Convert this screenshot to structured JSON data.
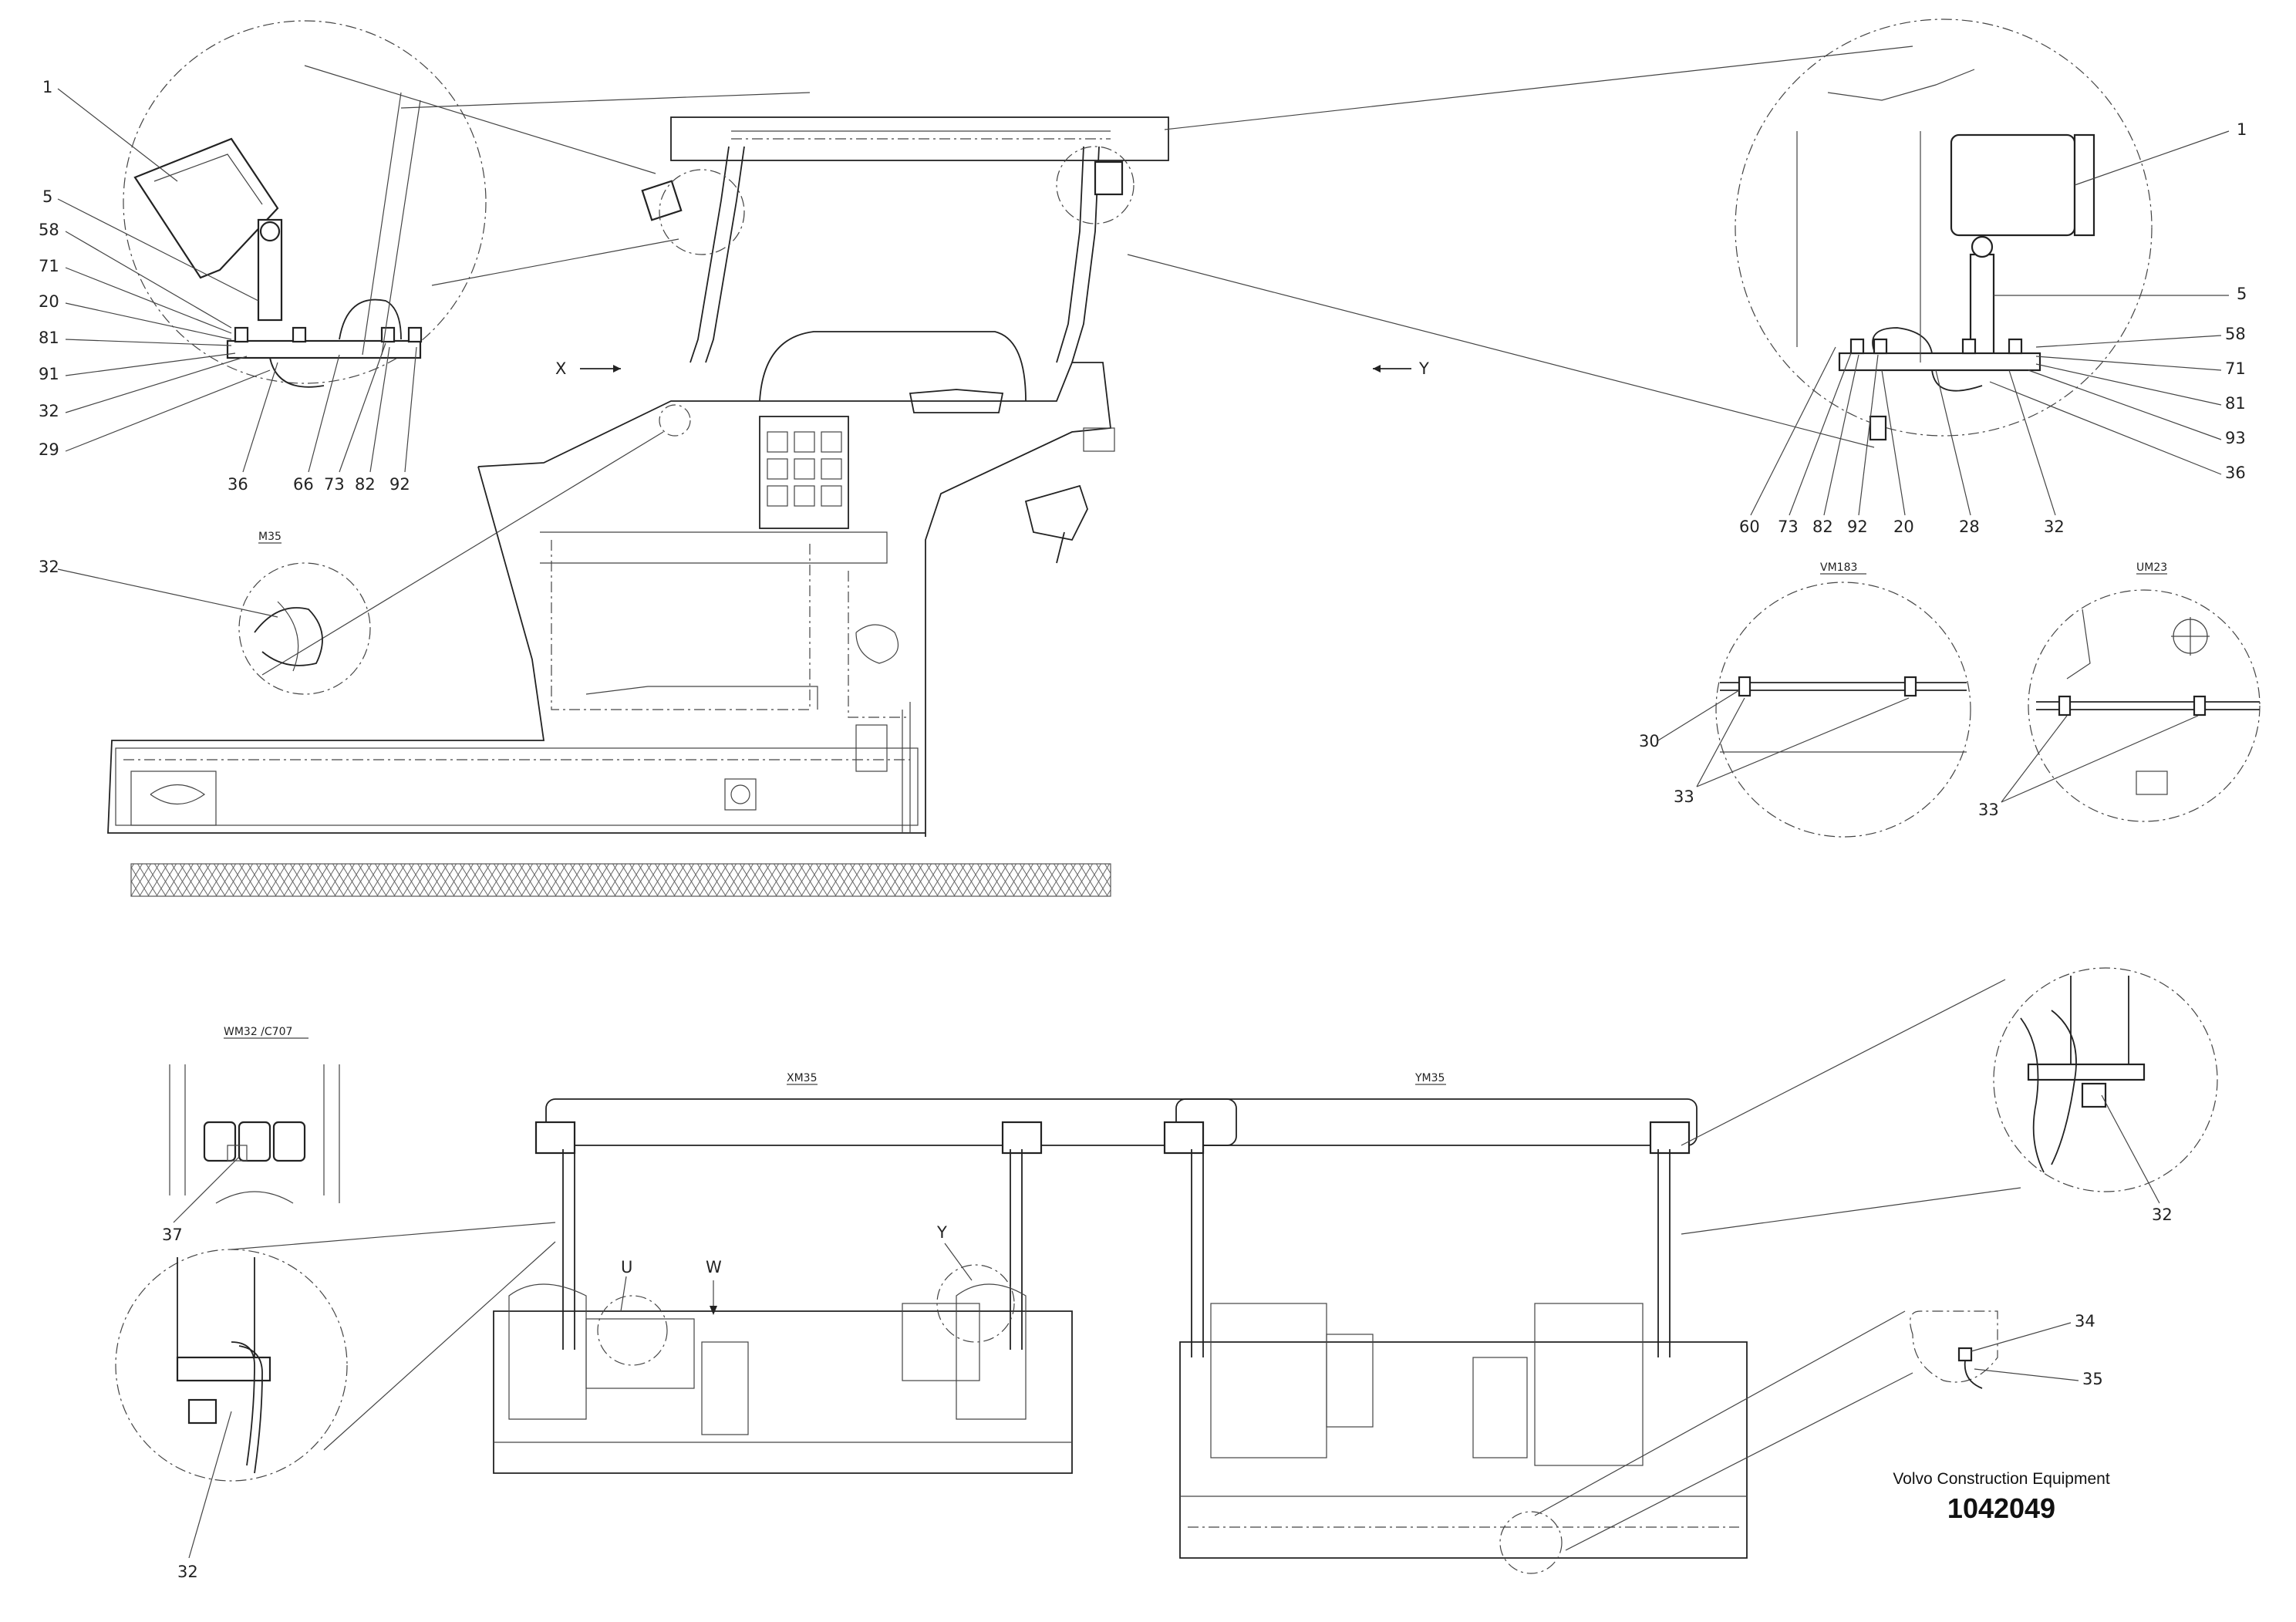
{
  "callouts_top_left": [
    "1",
    "5",
    "58",
    "71",
    "20",
    "81",
    "91",
    "32",
    "29",
    "36",
    "66",
    "73",
    "82",
    "92"
  ],
  "callout_top_left_32": "32",
  "view_label_small_left": "M35",
  "arrow_x": "X",
  "arrow_y": "Y",
  "callouts_top_right": [
    "1",
    "5",
    "58",
    "71",
    "81",
    "93",
    "36",
    "60",
    "73",
    "82",
    "92",
    "20",
    "28",
    "32"
  ],
  "view_v": "VM183",
  "view_u": "UM23",
  "callouts_v": [
    "30",
    "33"
  ],
  "callout_u_33": "33",
  "view_w": "WM32 /C707",
  "callout_37": "37",
  "callout_32_left": "32",
  "view_x": "XM35",
  "view_y": "YM35",
  "marker_u": "U",
  "marker_w": "W",
  "marker_y": "Y",
  "callout_32_right": "32",
  "callout_34": "34",
  "callout_35": "35",
  "brand": {
    "company": "Volvo Construction Equipment",
    "doc_number": "1042049"
  }
}
